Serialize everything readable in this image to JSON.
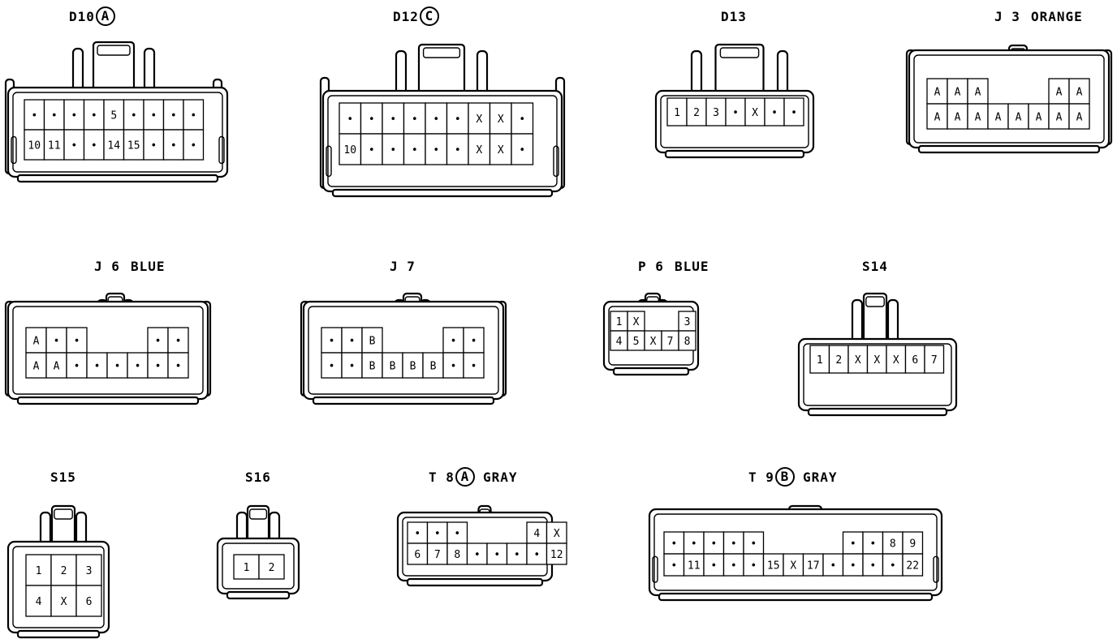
{
  "connectors": [
    {
      "id": "D10",
      "title": "D10",
      "badge": "A",
      "rows": [
        [
          "•",
          "•",
          "•",
          "•",
          "5",
          "•",
          "•",
          "•",
          "•"
        ],
        [
          "10",
          "11",
          "•",
          "•",
          "14",
          "15",
          "•",
          "•",
          "•"
        ]
      ]
    },
    {
      "id": "D12",
      "title": "D12",
      "badge": "C",
      "rows": [
        [
          "•",
          "•",
          "•",
          "•",
          "•",
          "•",
          "X",
          "X",
          "•"
        ],
        [
          "10",
          "•",
          "•",
          "•",
          "•",
          "•",
          "X",
          "X",
          "•"
        ]
      ]
    },
    {
      "id": "D13",
      "title": "D13",
      "badge": "",
      "rows": [
        [
          "1",
          "2",
          "3",
          "•",
          "X",
          "•",
          "•"
        ]
      ]
    },
    {
      "id": "J3",
      "title": "J 3",
      "badge": "",
      "suffix": "ORANGE",
      "rows": [
        [
          "A",
          "A",
          "A",
          "",
          "",
          "",
          "A",
          "A"
        ],
        [
          "A",
          "A",
          "A",
          "A",
          "A",
          "A",
          "A",
          "A"
        ]
      ]
    },
    {
      "id": "J6",
      "title": "J 6",
      "badge": "",
      "suffix": "BLUE",
      "rows": [
        [
          "A",
          "•",
          "•",
          "",
          "",
          "",
          "•",
          "•"
        ],
        [
          "A",
          "A",
          "•",
          "•",
          "•",
          "•",
          "•",
          "•"
        ]
      ]
    },
    {
      "id": "J7",
      "title": "J 7",
      "badge": "",
      "rows": [
        [
          "•",
          "•",
          "B",
          "",
          "",
          "",
          "•",
          "•"
        ],
        [
          "•",
          "•",
          "B",
          "B",
          "B",
          "B",
          "•",
          "•"
        ]
      ]
    },
    {
      "id": "P6",
      "title": "P 6",
      "badge": "",
      "suffix": "BLUE",
      "rows": [
        [
          "1",
          "X",
          "",
          "",
          "3"
        ],
        [
          "4",
          "5",
          "X",
          "7",
          "8"
        ]
      ]
    },
    {
      "id": "S14",
      "title": "S14",
      "badge": "",
      "rows": [
        [
          "1",
          "2",
          "X",
          "X",
          "X",
          "6",
          "7"
        ]
      ]
    },
    {
      "id": "S15",
      "title": "S15",
      "badge": "",
      "rows": [
        [
          "1",
          "2",
          "3"
        ],
        [
          "4",
          "X",
          "6"
        ]
      ]
    },
    {
      "id": "S16",
      "title": "S16",
      "badge": "",
      "rows": [
        [
          "1",
          "2"
        ]
      ]
    },
    {
      "id": "T8",
      "title": "T 8",
      "badge": "A",
      "suffix": "GRAY",
      "rows": [
        [
          "•",
          "•",
          "•",
          "",
          "",
          "",
          "4",
          "X"
        ],
        [
          "6",
          "7",
          "8",
          "•",
          "•",
          "•",
          "•",
          "12"
        ]
      ]
    },
    {
      "id": "T9",
      "title": "T 9",
      "badge": "B",
      "suffix": "GRAY",
      "rows": [
        [
          "•",
          "•",
          "•",
          "•",
          "•",
          "",
          "",
          "",
          "",
          "•",
          "•",
          "8",
          "9"
        ],
        [
          "•",
          "11",
          "•",
          "•",
          "•",
          "15",
          "X",
          "17",
          "•",
          "•",
          "•",
          "•",
          "22"
        ]
      ]
    }
  ]
}
